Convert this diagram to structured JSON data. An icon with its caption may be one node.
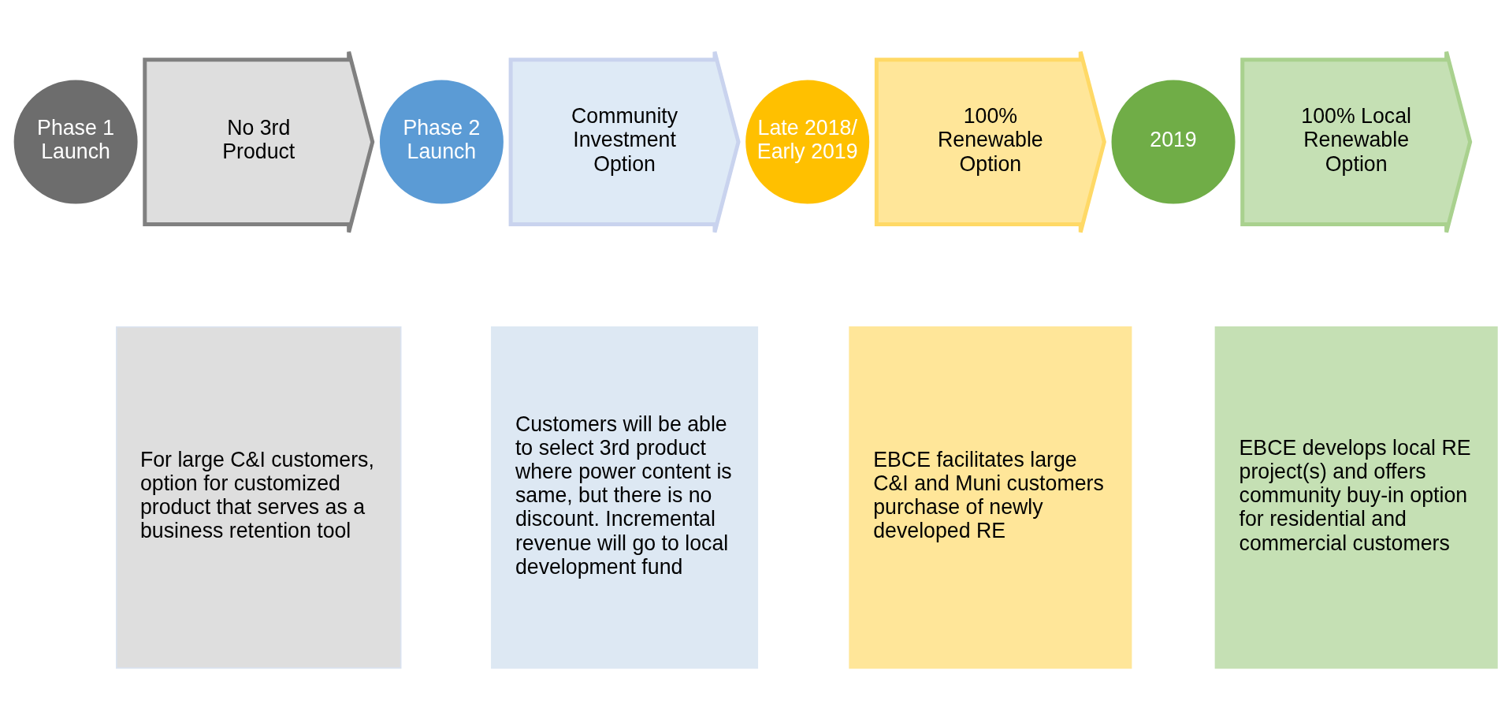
{
  "diagram": {
    "nodes": [
      {
        "text": [
          "Phase 1 Launch"
        ]
      },
      {
        "text": [
          "No 3rd Product"
        ]
      },
      {
        "text": [
          "Phase 2 Launch"
        ]
      },
      {
        "text": [
          "Community Investment Option"
        ]
      },
      {
        "text": [
          "Late 2018/ Early 2019"
        ]
      },
      {
        "text": [
          "100% Renewable Option"
        ]
      },
      {
        "text": [
          "2019"
        ]
      },
      {
        "text": [
          "100% Local Renewable Option"
        ]
      },
      {
        "text": [
          "For large C&I customers, option for customized product that serves as a business retention tool"
        ]
      },
      {
        "text": [
          "Customers will be able to select 3rd product where power content is same, but there is no discount. Incremental revenue will go to local development fund"
        ]
      },
      {
        "text": [
          "EBCE facilitates large C&I and Muni customers purchase of newly developed RE"
        ]
      },
      {
        "text": [
          "EBCE develops local RE project(s) and offers community buy-in option for residential and commercial customers"
        ]
      }
    ]
  }
}
